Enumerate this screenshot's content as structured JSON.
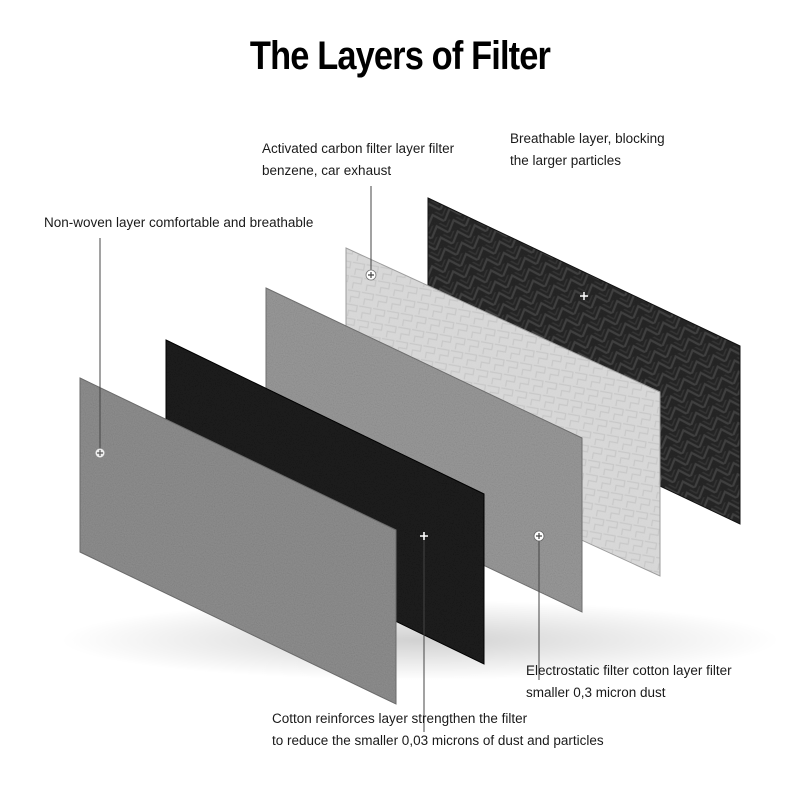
{
  "title": "The Layers of Filter",
  "layers": [
    {
      "id": "non-woven",
      "lines": [
        "Non-woven layer comfortable and breathable"
      ]
    },
    {
      "id": "cotton-reinforce",
      "lines": [
        "Cotton reinforces layer strengthen the filter",
        "to reduce the smaller 0,03 microns of dust and particles"
      ]
    },
    {
      "id": "electrostatic",
      "lines": [
        "Electrostatic filter cotton layer filter",
        "smaller 0,3 micron dust"
      ]
    },
    {
      "id": "activated-carbon",
      "lines": [
        "Activated carbon filter layer filter",
        "benzene, car exhaust"
      ]
    },
    {
      "id": "breathable",
      "lines": [
        "Breathable layer, blocking",
        "the larger particles"
      ]
    }
  ],
  "colors": {
    "layer_non_woven": "#8f8f8f",
    "layer_cotton": "#1c1c1c",
    "layer_electrostatic": "#9a9a9a",
    "layer_carbon": "#dadada",
    "layer_breathable": "#262626",
    "leader_line": "#444444"
  }
}
